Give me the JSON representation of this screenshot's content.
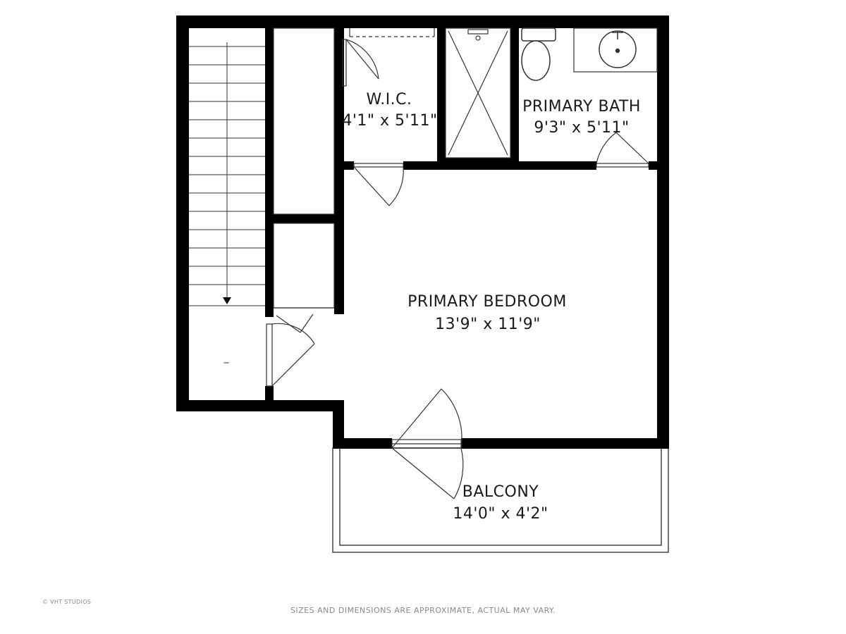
{
  "rooms": {
    "wic": {
      "name": "W.I.C.",
      "size": "4'1\" x 5'11\""
    },
    "primary_bath": {
      "name": "PRIMARY BATH",
      "size": "9'3\" x 5'11\""
    },
    "primary_bedroom": {
      "name": "PRIMARY BEDROOM",
      "size": "13'9\" x 11'9\""
    },
    "balcony": {
      "name": "BALCONY",
      "size": "14'0\" x 4'2\""
    }
  },
  "stair_mark": "_",
  "footer": {
    "copyright": "© VHT STUDIOS",
    "disclaimer": "SIZES AND DIMENSIONS ARE APPROXIMATE, ACTUAL MAY VARY."
  },
  "colors": {
    "wall": "#000000",
    "line": "#222222",
    "dim_text": "#8a8a8a"
  }
}
